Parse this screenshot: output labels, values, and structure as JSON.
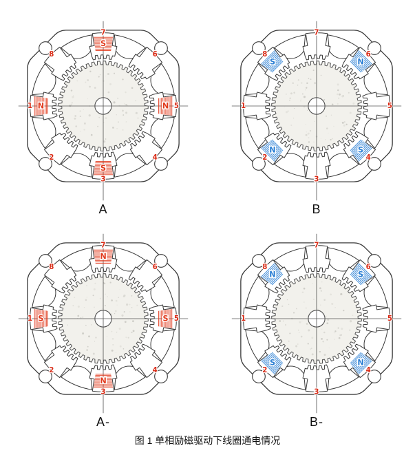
{
  "caption": "图 1  单相励磁驱动下线圈通电情况",
  "colors": {
    "phase_a": "#e23b1e",
    "phase_b": "#2b7fd4",
    "pole_number": "#d92a15",
    "outline": "#3b3b3b"
  },
  "pole_numbers": [
    1,
    2,
    3,
    4,
    5,
    6,
    7,
    8
  ],
  "diagrams": [
    {
      "label": "A",
      "phase": "A",
      "energized": [
        {
          "pole": 7,
          "polarity": "S"
        },
        {
          "pole": 1,
          "polarity": "N"
        },
        {
          "pole": 5,
          "polarity": "N"
        },
        {
          "pole": 3,
          "polarity": "S"
        }
      ]
    },
    {
      "label": "B",
      "phase": "B",
      "energized": [
        {
          "pole": 8,
          "polarity": "S"
        },
        {
          "pole": 6,
          "polarity": "N"
        },
        {
          "pole": 2,
          "polarity": "N"
        },
        {
          "pole": 4,
          "polarity": "S"
        }
      ]
    },
    {
      "label": "A-",
      "phase": "A",
      "energized": [
        {
          "pole": 7,
          "polarity": "N"
        },
        {
          "pole": 1,
          "polarity": "S"
        },
        {
          "pole": 5,
          "polarity": "S"
        },
        {
          "pole": 3,
          "polarity": "N"
        }
      ]
    },
    {
      "label": "B-",
      "phase": "B",
      "energized": [
        {
          "pole": 8,
          "polarity": "N"
        },
        {
          "pole": 6,
          "polarity": "S"
        },
        {
          "pole": 2,
          "polarity": "S"
        },
        {
          "pole": 4,
          "polarity": "N"
        }
      ]
    }
  ]
}
